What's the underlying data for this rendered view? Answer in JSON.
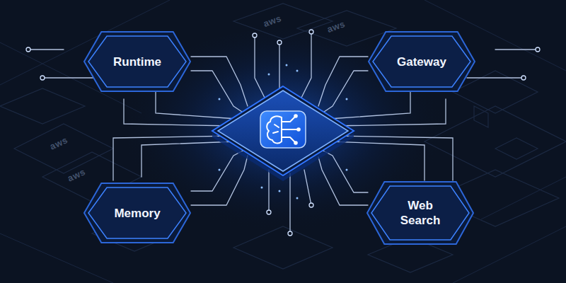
{
  "diagram": {
    "nodes": [
      {
        "text": [
          "Runtime"
        ]
      },
      {
        "text": [
          "Gateway"
        ]
      },
      {
        "text": [
          "Memory"
        ]
      },
      {
        "text": [
          "Web Search"
        ]
      }
    ],
    "labels": [
      "aws",
      "aws",
      "aws",
      "aws"
    ]
  }
}
